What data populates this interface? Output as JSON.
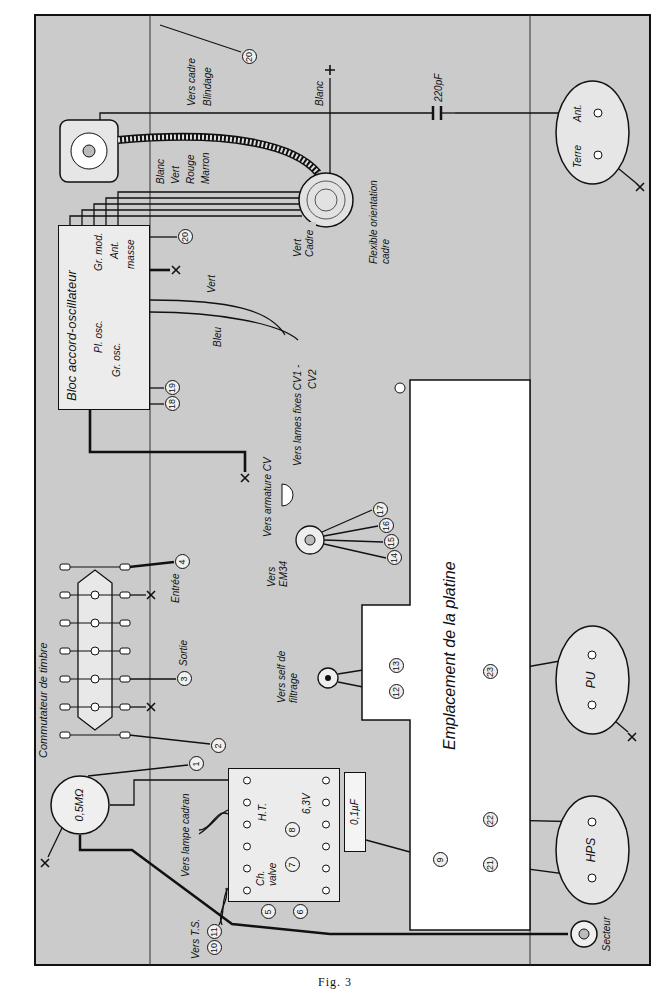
{
  "diagram": {
    "caption": "Fig. 3",
    "nodes": [
      {
        "text": [
          "Ant.",
          "Terre"
        ]
      },
      {
        "text": [
          "220pF"
        ]
      },
      {
        "text": [
          "Bloc accord-oscillateur",
          "Gr. mod.",
          "Ant.",
          "masse",
          "Pl. osc.",
          "Gr. osc."
        ]
      },
      {
        "text": [
          "Commutateur de timbre"
        ]
      },
      {
        "text": [
          "0,5MΩ"
        ]
      },
      {
        "text": [
          "Ch. valve",
          "H.T.",
          "6,3V"
        ]
      },
      {
        "text": [
          "0,1µF"
        ]
      },
      {
        "text": [
          "Emplacement de la platine"
        ]
      },
      {
        "text": [
          "PU"
        ]
      },
      {
        "text": [
          "HPS"
        ]
      },
      {
        "text": [
          "Secteur"
        ]
      }
    ],
    "edges": [
      {
        "from": 0,
        "to": 1,
        "arrow": "none"
      },
      {
        "from": 10,
        "to": 4,
        "arrow": "none"
      },
      {
        "from": 4,
        "to": 5,
        "arrow": "none"
      }
    ],
    "labels": [
      "Blanc",
      "Vert",
      "Rouge",
      "Marron",
      "Blanc",
      "Vers cadre",
      "Blindage",
      "20",
      "Vert Cadre",
      "Flexible orientation cadre",
      "20",
      "Vert",
      "Bleu",
      "Vers lames fixes CV1 -",
      "CV2",
      "19",
      "18",
      "Vers armature CV",
      "Vers EM34",
      "17",
      "16",
      "15",
      "14",
      "Vers self de filtrage",
      "12",
      "13",
      "Entrée",
      "4",
      "Sortie",
      "3",
      "2",
      "1",
      "Vers lampe cadran",
      "Vers T.S.",
      "10",
      "11",
      "5",
      "6",
      "7",
      "8",
      "9",
      "23",
      "22",
      "21"
    ]
  }
}
